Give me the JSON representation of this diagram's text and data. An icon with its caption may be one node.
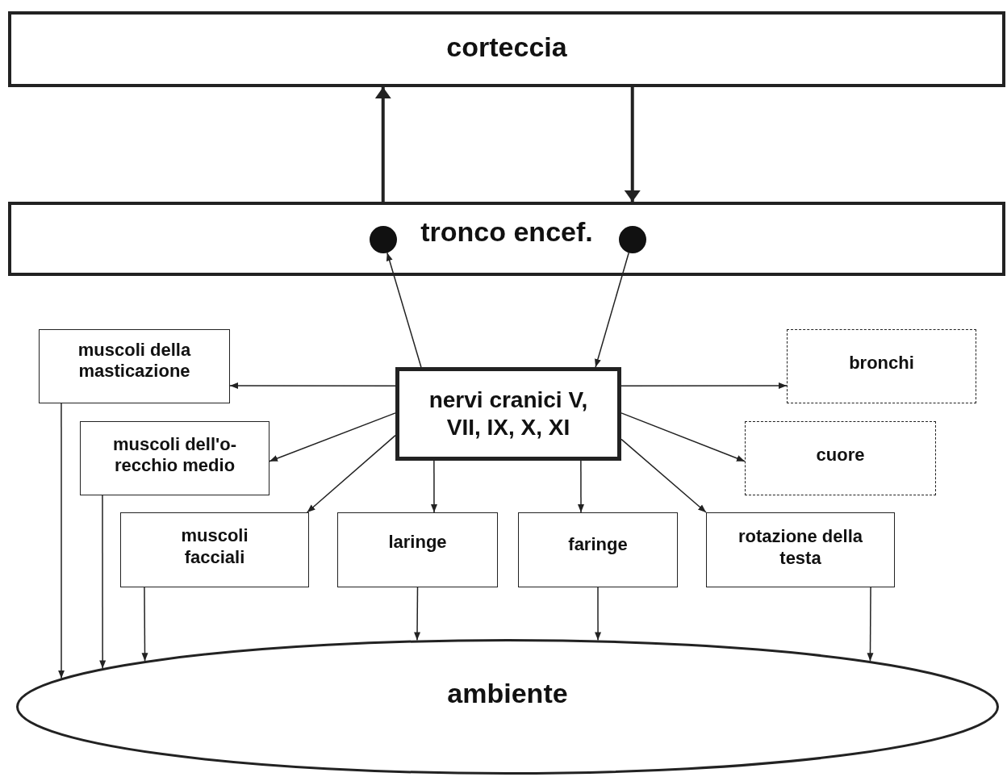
{
  "diagram": {
    "nodes": [
      {
        "text": [
          "corteccia"
        ]
      },
      {
        "text": [
          "tronco encef."
        ]
      },
      {
        "text": [],
        "shape": "circle",
        "in": 1
      },
      {
        "text": [],
        "shape": "circle",
        "in": 1
      },
      {
        "text": [
          "muscoli della masticazione"
        ]
      },
      {
        "text": [
          "nervi cranici V, VII, IX, X, XI"
        ]
      },
      {
        "text": [
          "bronchi"
        ]
      },
      {
        "text": [
          "muscoli dell'o- recchio medio"
        ]
      },
      {
        "text": [
          "cuore"
        ]
      },
      {
        "text": [
          "muscoli facciali"
        ]
      },
      {
        "text": [
          "laringe"
        ]
      },
      {
        "text": [
          "faringe"
        ]
      },
      {
        "text": [
          "rotazione della testa"
        ]
      },
      {
        "text": [
          "ambiente"
        ]
      }
    ],
    "edges": [
      {
        "from": 1,
        "to": 0,
        "arrow": "to",
        "style": "thick"
      },
      {
        "from": 0,
        "to": 1,
        "arrow": "to",
        "style": "thick"
      },
      {
        "from": 5,
        "to": 2,
        "arrow": "to"
      },
      {
        "from": 3,
        "to": 5,
        "arrow": "to"
      },
      {
        "from": 5,
        "to": 4,
        "arrow": "to"
      },
      {
        "from": 5,
        "to": 6,
        "arrow": "to"
      },
      {
        "from": 5,
        "to": 7,
        "arrow": "to"
      },
      {
        "from": 5,
        "to": 8,
        "arrow": "to"
      },
      {
        "from": 5,
        "to": 9,
        "arrow": "to"
      },
      {
        "from": 5,
        "to": 10,
        "arrow": "to"
      },
      {
        "from": 5,
        "to": 11,
        "arrow": "to"
      },
      {
        "from": 5,
        "to": 12,
        "arrow": "to"
      },
      {
        "from": 4,
        "to": 13,
        "arrow": "to"
      },
      {
        "from": 7,
        "to": 13,
        "arrow": "to"
      },
      {
        "from": 9,
        "to": 13,
        "arrow": "to"
      },
      {
        "from": 10,
        "to": 13,
        "arrow": "to"
      },
      {
        "from": 11,
        "to": 13,
        "arrow": "to"
      },
      {
        "from": 12,
        "to": 13,
        "arrow": "to"
      }
    ]
  }
}
